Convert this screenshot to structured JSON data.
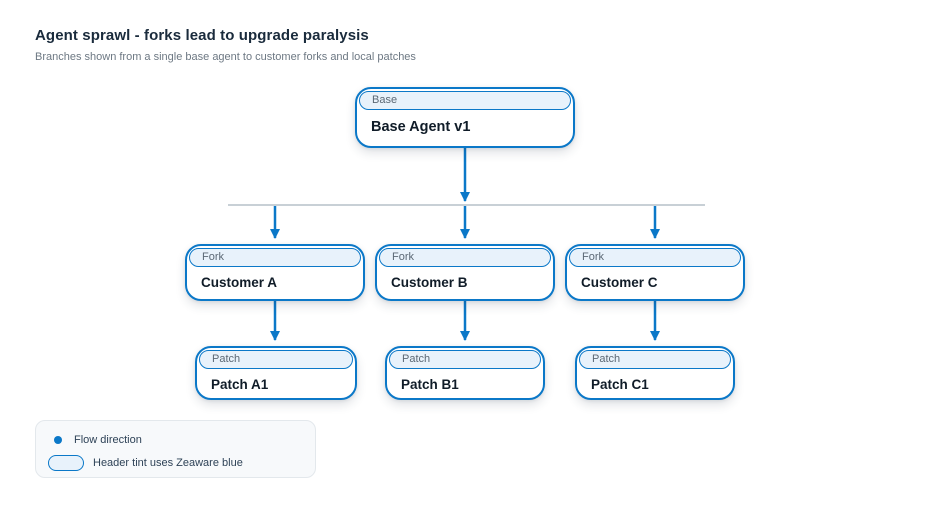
{
  "title": "Agent sprawl - forks lead to upgrade paralysis",
  "subtitle": "Branches shown from a single base agent to customer forks and local patches",
  "colors": {
    "accent": "#0b78c8",
    "header_tint": "#e8f2fb",
    "line_gray": "#b6c0c8",
    "title_color": "#1a2b3c",
    "subtitle_color": "#6d7883",
    "tag_color": "#5b6875",
    "label_color": "#101c28"
  },
  "nodes": {
    "base": {
      "tag": "Base",
      "label": "Base Agent v1"
    },
    "forks": [
      {
        "tag": "Fork",
        "label": "Customer A"
      },
      {
        "tag": "Fork",
        "label": "Customer B"
      },
      {
        "tag": "Fork",
        "label": "Customer C"
      }
    ],
    "patches": [
      {
        "tag": "Patch",
        "label": "Patch A1"
      },
      {
        "tag": "Patch",
        "label": "Patch B1"
      },
      {
        "tag": "Patch",
        "label": "Patch C1"
      }
    ]
  },
  "legend": {
    "flow_label": "Flow direction",
    "tint_label": "Header tint uses Zeaware blue"
  }
}
